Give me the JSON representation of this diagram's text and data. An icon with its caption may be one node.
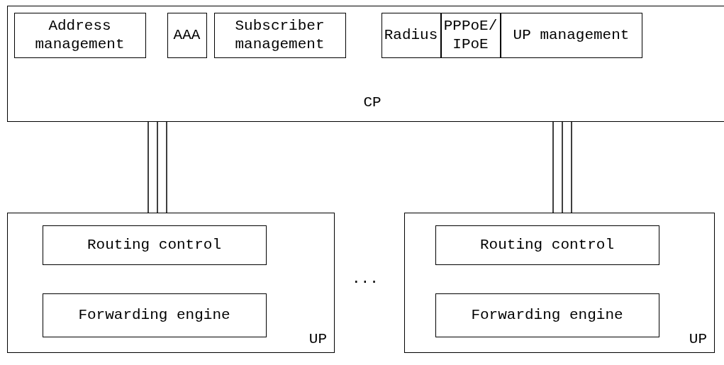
{
  "diagram": {
    "nodes": [
      {
        "text": [
          "CP"
        ]
      },
      {
        "text": [
          "Address management"
        ],
        "in": 0
      },
      {
        "text": [
          "AAA"
        ],
        "in": 0
      },
      {
        "text": [
          "Subscriber management"
        ],
        "in": 0
      },
      {
        "text": [
          "Radius"
        ],
        "in": 0
      },
      {
        "text": [
          "PPPoE/ IPoE"
        ],
        "in": 0
      },
      {
        "text": [
          "UP management"
        ],
        "in": 0
      },
      {
        "text": [
          "UP"
        ]
      },
      {
        "text": [
          "Routing control"
        ],
        "in": 7
      },
      {
        "text": [
          "Forwarding engine"
        ],
        "in": 7
      },
      {
        "text": [
          "UP"
        ]
      },
      {
        "text": [
          "Routing control"
        ],
        "in": 10
      },
      {
        "text": [
          "Forwarding engine"
        ],
        "in": 10
      }
    ],
    "edges": [
      {
        "from": 0,
        "to": 7,
        "arrow": "none"
      },
      {
        "from": 0,
        "to": 10,
        "arrow": "none"
      }
    ],
    "labels": [
      "..."
    ]
  }
}
